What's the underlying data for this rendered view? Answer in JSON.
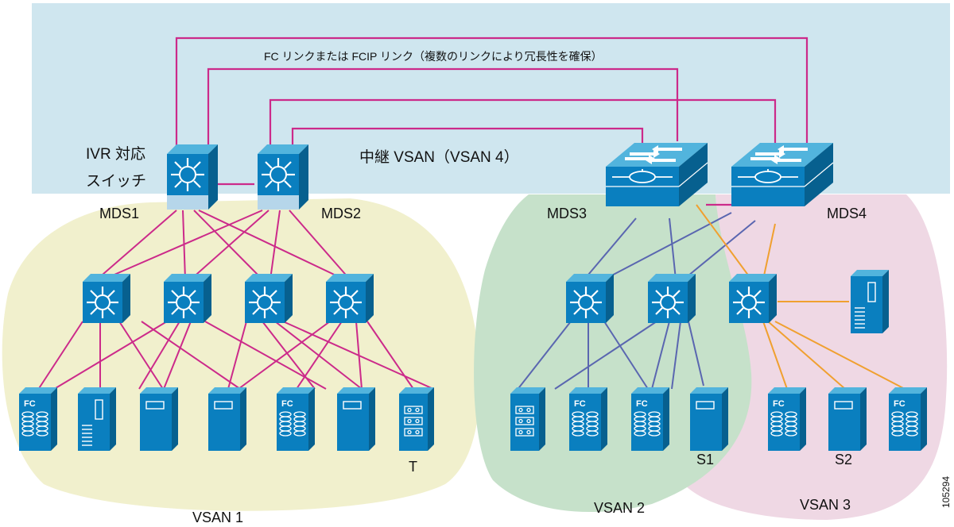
{
  "colors": {
    "transit_band": "#cfe6ef",
    "vsan1_region": "#f1f0cd",
    "vsan2_region": "#c6e1ca",
    "vsan3_region": "#efd8e4",
    "vsan1_links": "#cc2a8a",
    "vsan2_links": "#5a66b0",
    "vsan3_links": "#f0a030",
    "device_front": "#0a7fbf",
    "device_top": "#52b4dd",
    "device_side": "#07608f"
  },
  "labels": {
    "fc_links": "FC リンクまたは FCIP リンク（複数のリンクにより冗長性を確保）",
    "transit_vsan": "中継 VSAN（VSAN 4）",
    "ivr_line1": "IVR 対応",
    "ivr_line2": "スイッチ",
    "mds1": "MDS1",
    "mds2": "MDS2",
    "mds3": "MDS3",
    "mds4": "MDS4",
    "vsan1": "VSAN 1",
    "vsan2": "VSAN 2",
    "vsan3": "VSAN 3",
    "t": "T",
    "s1": "S1",
    "s2": "S2",
    "figure_id": "105294",
    "fc_badge": "FC"
  },
  "icons": {
    "core_switch": "mds-director-switch-icon",
    "fabric_switch": "fabric-switch-icon",
    "storage_array": "fc-disk-array-icon",
    "server": "server-icon",
    "tape": "tape-library-icon"
  }
}
